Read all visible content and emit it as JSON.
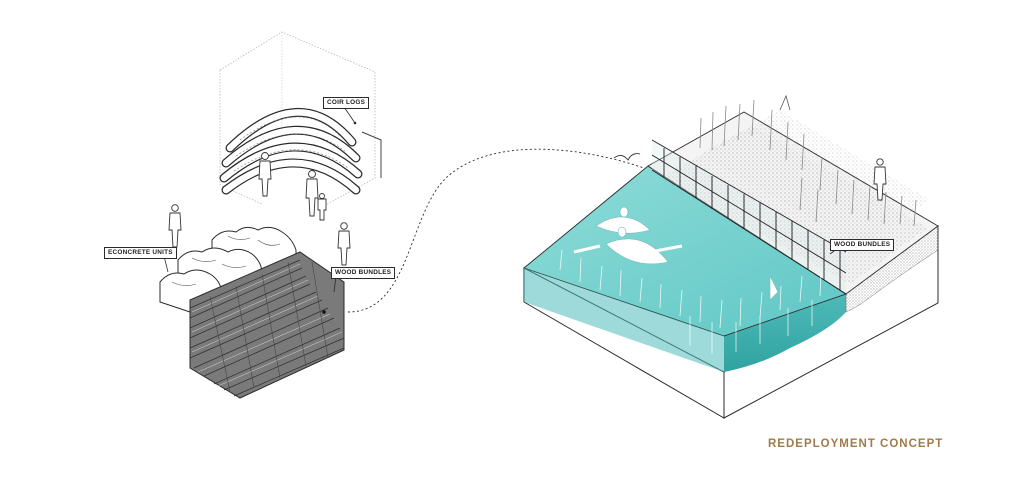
{
  "labels": {
    "coir_logs": "COIR LOGS",
    "econcrete_units": "ECONCRETE UNITS",
    "wood_bundles_left": "WOOD BUNDLES",
    "wood_bundles_right": "WOOD BUNDLES"
  },
  "caption": "REDEPLOYMENT CONCEPT",
  "colors": {
    "caption": "#a07c4d",
    "water": "#5fc7c5",
    "water_deep": "#3fb0ae",
    "ink": "#2b2b2b"
  }
}
